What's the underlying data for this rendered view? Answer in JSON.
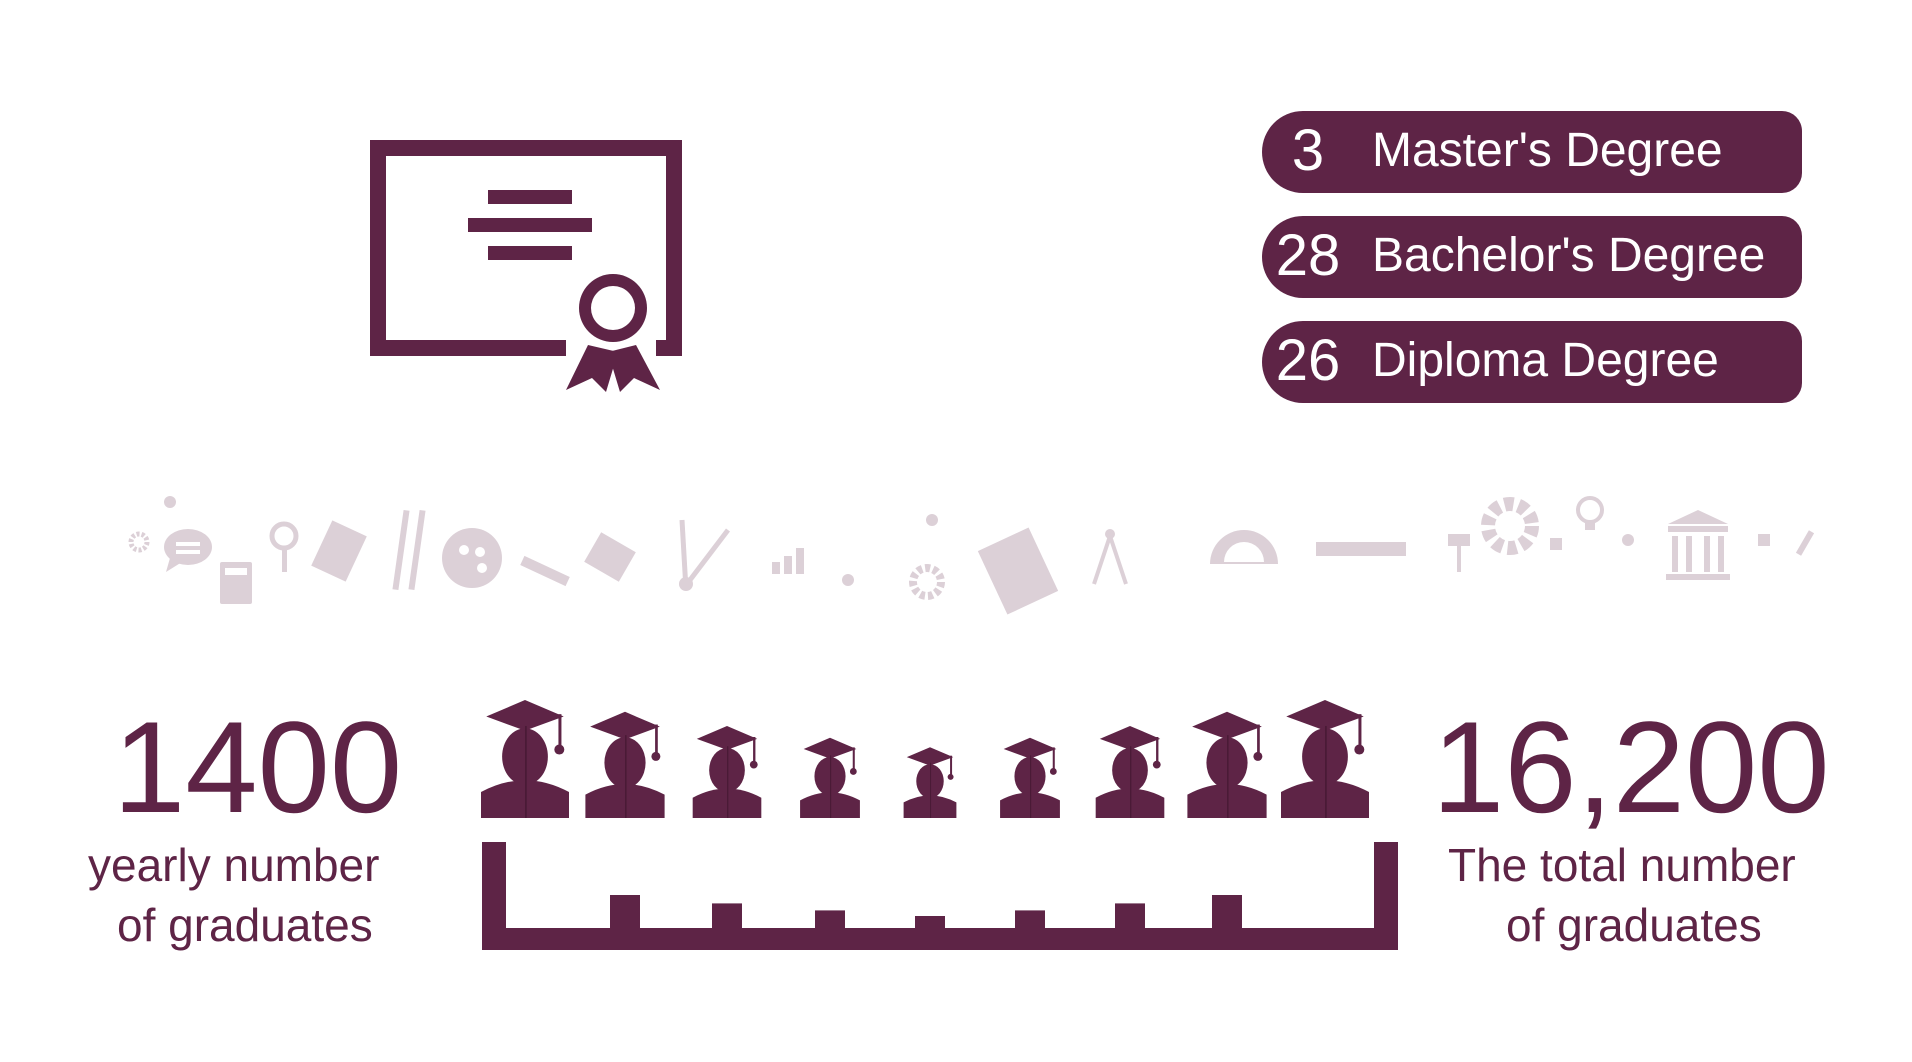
{
  "colors": {
    "primary": "#5e2446",
    "light_icon": "#dcd0d7",
    "background": "#ffffff"
  },
  "certificate_icon": "certificate-icon",
  "degrees": [
    {
      "count": "3",
      "label": "Master's Degree"
    },
    {
      "count": "28",
      "label": "Bachelor's Degree"
    },
    {
      "count": "26",
      "label": "Diploma Degree"
    }
  ],
  "education_icons": [
    "gear-icon",
    "speech-bubble-icon",
    "calculator-icon",
    "magnifier-icon",
    "document-icon",
    "brushes-icon",
    "palette-icon",
    "pencil-icon",
    "notepad-icon",
    "scissors-icon",
    "bar-chart-icon",
    "gear-icon",
    "paper-icon",
    "compass-icon",
    "protractor-icon",
    "ruler-icon",
    "pushpin-icon",
    "gear-icon",
    "lightbulb-icon",
    "building-icon",
    "pen-icon"
  ],
  "yearly": {
    "value": "1400",
    "caption_line1": "yearly number",
    "caption_line2": "of graduates"
  },
  "total": {
    "value": "16,200",
    "caption_line1": "The total number",
    "caption_line2": "of graduates"
  },
  "graduates": {
    "count": 9,
    "relative_sizes": [
      1.0,
      0.9,
      0.78,
      0.68,
      0.6,
      0.68,
      0.78,
      0.9,
      1.0
    ]
  }
}
